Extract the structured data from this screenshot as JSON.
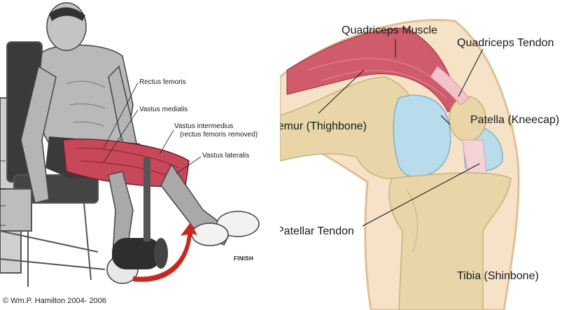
{
  "left_illustration": {
    "labels": {
      "rectus_femoris": "Rectus femoris",
      "vastus_medialis": "Vastus medialis",
      "vastus_intermedius_line1": "Vastus intermedius",
      "vastus_intermedius_line2": "(rectus femoris removed)",
      "vastus_lateralis": "Vastus lateralis",
      "finish": "FINISH"
    },
    "copyright": "© Wm.P. Hamilton 2004- 2006"
  },
  "right_illustration": {
    "labels": {
      "quadriceps_muscle": "Quadriceps Muscle",
      "quadriceps_tendon": "Quadriceps Tendon",
      "femur": "Femur (Thighbone)",
      "patella": "Patella (Kneecap)",
      "patellar_tendon": "Patellar Tendon",
      "tibia": "Tibia (Shinbone)"
    }
  },
  "colors": {
    "muscle_red": "#c8485a",
    "bone_tan": "#e8d6a8",
    "cartilage_blue": "#b9dcec",
    "skin": "#f2d9b6",
    "arrow_red": "#c8281e"
  }
}
